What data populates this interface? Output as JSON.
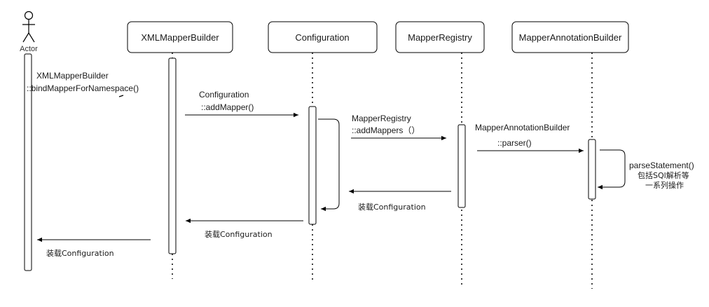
{
  "actor": {
    "label": "Actor"
  },
  "participants": [
    {
      "key": "xml",
      "label": "XMLMapperBuilder"
    },
    {
      "key": "conf",
      "label": "Configuration"
    },
    {
      "key": "reg",
      "label": "MapperRegistry"
    },
    {
      "key": "ann",
      "label": "MapperAnnotationBuilder"
    }
  ],
  "messages": {
    "bind": [
      "XMLMapperBuilder",
      "::bindMapperForNamespace()"
    ],
    "add_mapper": [
      "Configuration",
      "::addMapper()"
    ],
    "add_mappers": [
      "MapperRegistry",
      "::addMappers（）"
    ],
    "parser": [
      "MapperAnnotationBuilder",
      "::parser()"
    ],
    "parse_statement": [
      "parseStatement()",
      "包括SQl解析等",
      "一系列操作"
    ],
    "return_registry": "装载Configuration",
    "return_conf": "装载Configuration",
    "return_actor": "装载Configuration"
  },
  "colors": {
    "stroke": "#000000",
    "fill": "#ffffff",
    "text": "#1a1a1a"
  }
}
